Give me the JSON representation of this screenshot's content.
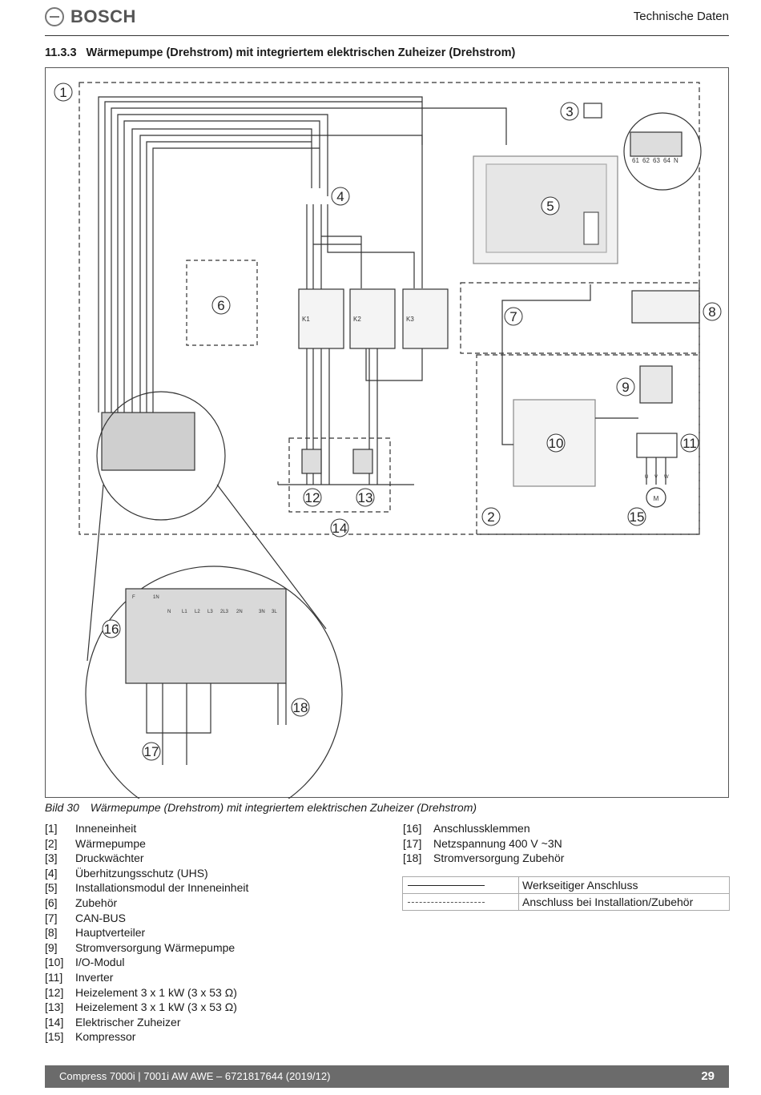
{
  "header": {
    "brand": "BOSCH",
    "section": "Technische Daten"
  },
  "heading": {
    "number": "11.3.3",
    "title": "Wärmepumpe (Drehstrom) mit integriertem elektrischen Zuheizer (Drehstrom)"
  },
  "figure": {
    "callouts": [
      "1",
      "2",
      "3",
      "4",
      "5",
      "6",
      "7",
      "8",
      "9",
      "10",
      "11",
      "12",
      "13",
      "14",
      "15",
      "16",
      "17",
      "18"
    ],
    "contactors": [
      "K1",
      "K2",
      "K3"
    ],
    "terminal_labels": [
      "61",
      "62",
      "63",
      "64",
      "N"
    ],
    "motor_phases": [
      "U",
      "V",
      "W"
    ],
    "motor_symbol": "M",
    "terminal_strip": [
      "F",
      "1N",
      "N",
      "L1",
      "L2",
      "L3",
      "2L3",
      "2N",
      "3N",
      "3L"
    ]
  },
  "caption": {
    "label": "Bild 30",
    "text": "Wärmepumpe (Drehstrom) mit integriertem elektrischen Zuheizer (Drehstrom)"
  },
  "legend_left": [
    {
      "key": "[1]",
      "text": "Inneneinheit"
    },
    {
      "key": "[2]",
      "text": "Wärmepumpe"
    },
    {
      "key": "[3]",
      "text": "Druckwächter"
    },
    {
      "key": "[4]",
      "text": "Überhitzungsschutz (UHS)"
    },
    {
      "key": "[5]",
      "text": "Installationsmodul der Inneneinheit"
    },
    {
      "key": "[6]",
      "text": "Zubehör"
    },
    {
      "key": "[7]",
      "text": "CAN-BUS"
    },
    {
      "key": "[8]",
      "text": "Hauptverteiler"
    },
    {
      "key": "[9]",
      "text": "Stromversorgung Wärmepumpe"
    },
    {
      "key": "[10]",
      "text": "I/O-Modul"
    },
    {
      "key": "[11]",
      "text": "Inverter"
    },
    {
      "key": "[12]",
      "text": "Heizelement 3 x 1 kW (3 x 53 Ω)"
    },
    {
      "key": "[13]",
      "text": "Heizelement 3 x 1 kW (3 x 53 Ω)"
    },
    {
      "key": "[14]",
      "text": "Elektrischer Zuheizer"
    },
    {
      "key": "[15]",
      "text": "Kompressor"
    }
  ],
  "legend_right": [
    {
      "key": "[16]",
      "text": "Anschlussklemmen"
    },
    {
      "key": "[17]",
      "text": "Netzspannung 400 V ~3N"
    },
    {
      "key": "[18]",
      "text": "Stromversorgung Zubehör"
    }
  ],
  "line_legend": [
    {
      "style": "solid",
      "text": "Werkseitiger Anschluss"
    },
    {
      "style": "dashed",
      "text": "Anschluss bei Installation/Zubehör"
    }
  ],
  "footer": {
    "doc": "Compress 7000i | 7001i AW AWE – 6721817644 (2019/12)",
    "page": "29"
  }
}
